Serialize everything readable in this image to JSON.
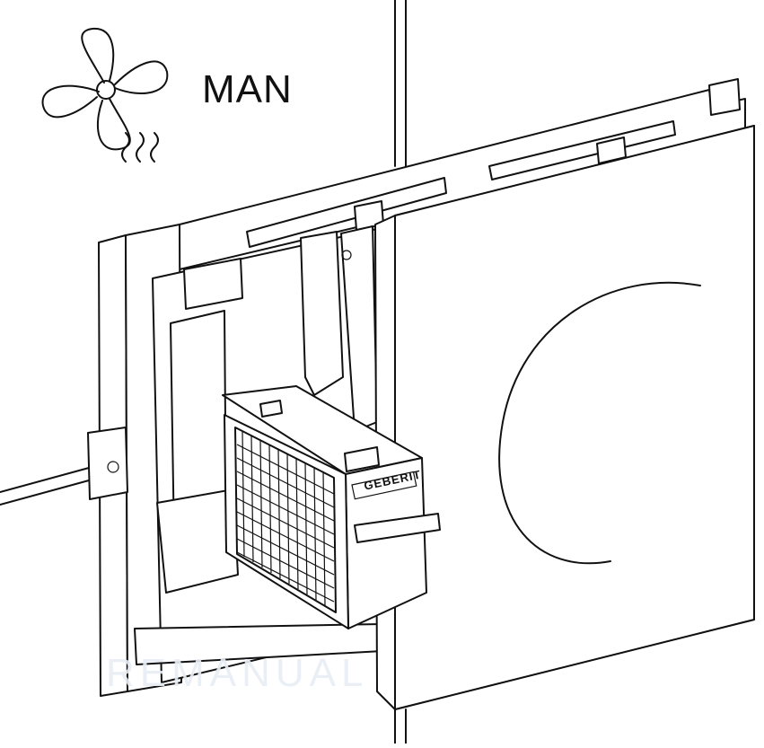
{
  "mode_indicator": {
    "icon": "fan-icon",
    "label": "MAN"
  },
  "filter_unit": {
    "brand": "GEBERIT"
  },
  "watermark": {
    "text": "REMANUAL"
  }
}
